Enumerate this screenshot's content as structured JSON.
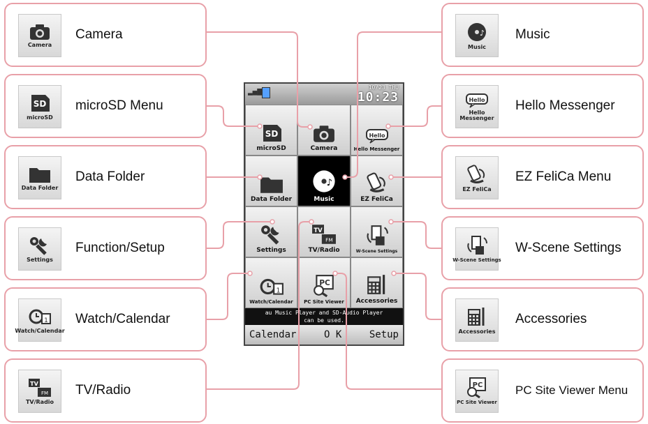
{
  "left_callouts": [
    {
      "label": "Camera",
      "thumb_caption": "Camera",
      "icon": "camera-icon"
    },
    {
      "label": "microSD Menu",
      "thumb_caption": "microSD",
      "icon": "sd-card-icon"
    },
    {
      "label": "Data Folder",
      "thumb_caption": "Data Folder",
      "icon": "folder-icon"
    },
    {
      "label": "Function/Setup",
      "thumb_caption": "Settings",
      "icon": "wrench-icon"
    },
    {
      "label": "Watch/Calendar",
      "thumb_caption": "Watch/Calendar",
      "icon": "alarm-clock-icon"
    },
    {
      "label": "TV/Radio",
      "thumb_caption": "TV/Radio",
      "icon": "tv-radio-icon"
    }
  ],
  "right_callouts": [
    {
      "label": "Music",
      "thumb_caption": "Music",
      "icon": "music-disc-icon"
    },
    {
      "label": "Hello Messenger",
      "thumb_caption": "Hello Messenger",
      "icon": "speech-bubble-icon"
    },
    {
      "label": "EZ FeliCa Menu",
      "thumb_caption": "EZ FeliCa",
      "icon": "felica-icon"
    },
    {
      "label": "W-Scene Settings",
      "thumb_caption": "W-Scene Settings",
      "icon": "w-scene-icon"
    },
    {
      "label": "Accessories",
      "thumb_caption": "Accessories",
      "icon": "calculator-icon"
    },
    {
      "label": "PC Site Viewer Menu",
      "thumb_caption": "PC Site Viewer",
      "icon": "pc-viewer-icon"
    }
  ],
  "phone": {
    "status": {
      "date": "10/23 THU",
      "time": "10:23"
    },
    "tiles": [
      {
        "label": "microSD",
        "icon": "sd-card-icon"
      },
      {
        "label": "Camera",
        "icon": "camera-icon"
      },
      {
        "label": "Hello Messenger",
        "icon": "speech-bubble-icon"
      },
      {
        "label": "Data Folder",
        "icon": "folder-icon"
      },
      {
        "label": "Music",
        "icon": "music-disc-icon",
        "active": true
      },
      {
        "label": "EZ FeliCa",
        "icon": "felica-icon"
      },
      {
        "label": "Settings",
        "icon": "wrench-icon"
      },
      {
        "label": "TV/Radio",
        "icon": "tv-radio-icon"
      },
      {
        "label": "W-Scene Settings",
        "icon": "w-scene-icon"
      },
      {
        "label": "Watch/Calendar",
        "icon": "alarm-clock-icon"
      },
      {
        "label": "PC Site Viewer",
        "icon": "pc-viewer-icon"
      },
      {
        "label": "Accessories",
        "icon": "calculator-icon"
      }
    ],
    "message_line1": "au Music Player and SD-Audio Player",
    "message_line2": "can be used.",
    "softkeys": {
      "left": "Calendar",
      "center": "O K",
      "right": "Setup"
    }
  },
  "colors": {
    "callout_border": "#e8a0a8",
    "phone_bg": "#000000",
    "tile_bg": "#dcdcdc"
  }
}
